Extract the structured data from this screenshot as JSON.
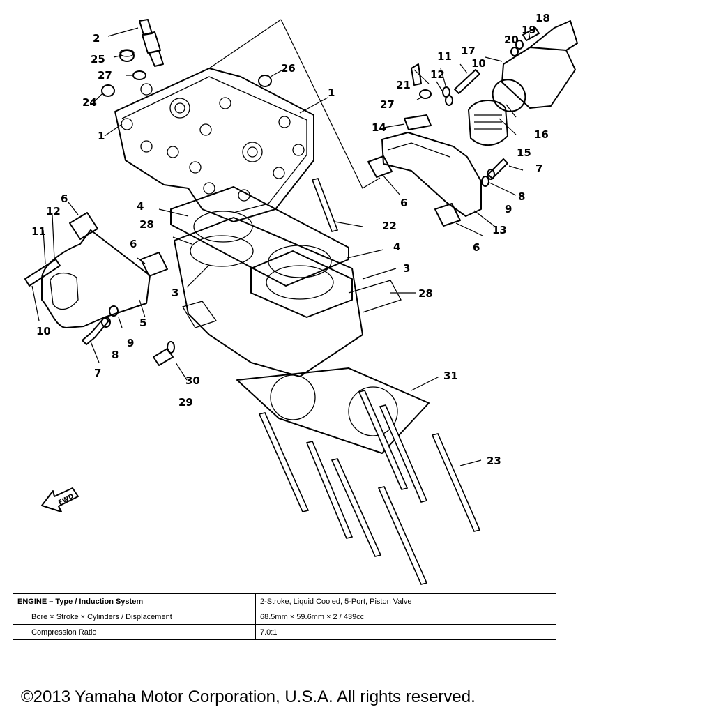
{
  "diagram": {
    "callouts": [
      "1",
      "1",
      "2",
      "3",
      "3",
      "4",
      "4",
      "5",
      "6",
      "6",
      "6",
      "6",
      "7",
      "7",
      "8",
      "8",
      "9",
      "9",
      "10",
      "10",
      "11",
      "11",
      "12",
      "12",
      "13",
      "14",
      "15",
      "16",
      "17",
      "18",
      "19",
      "20",
      "21",
      "22",
      "23",
      "24",
      "25",
      "26",
      "27",
      "27",
      "28",
      "28",
      "29",
      "30",
      "31"
    ],
    "fwd_label": "FWD"
  },
  "specs": {
    "rows": [
      {
        "label": "ENGINE – Type / Induction System",
        "value": "2-Stroke, Liquid Cooled, 5-Port, Piston Valve"
      },
      {
        "label": "Bore × Stroke × Cylinders / Displacement",
        "value": "68.5mm × 59.6mm × 2 / 439cc"
      },
      {
        "label": "Compression Ratio",
        "value": "7.0:1"
      }
    ]
  },
  "footer": {
    "copyright": "©2013 Yamaha Motor Corporation, U.S.A. All rights reserved."
  }
}
